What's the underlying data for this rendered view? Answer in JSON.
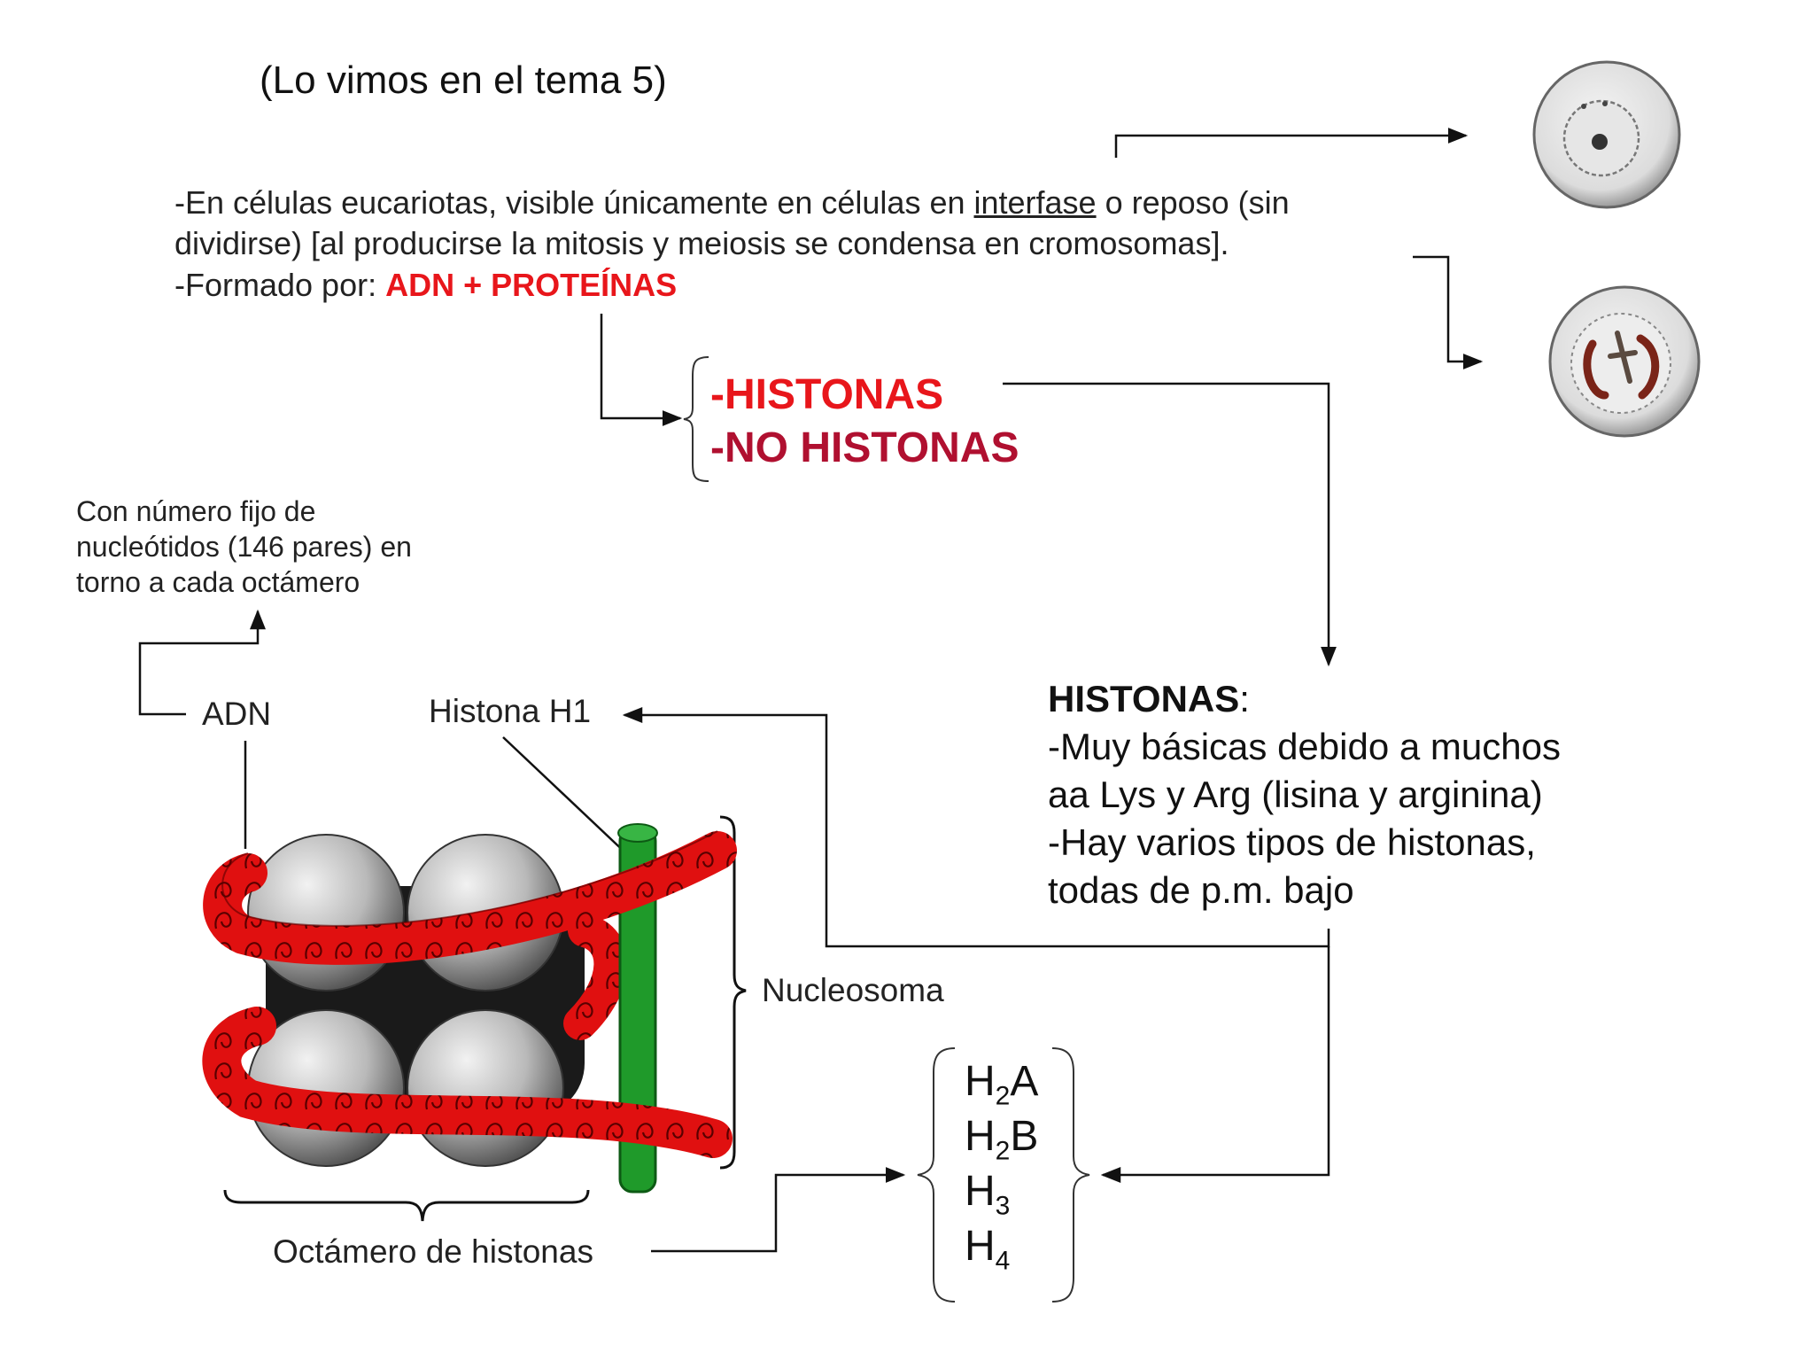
{
  "header": {
    "ref_note": "(Lo vimos en el tema 5)"
  },
  "intro": {
    "line1_before": "-En células eucariotas, visible únicamente en células en ",
    "line1_underlined": "interfase",
    "line1_after": " o reposo (sin",
    "line2": "dividirse) [al producirse la mitosis y meiosis se condensa en cromosomas].",
    "line3_label": "-Formado por: ",
    "line3_highlight": "ADN + PROTEÍNAS"
  },
  "protein_types": [
    "-HISTONAS",
    "-NO HISTONAS"
  ],
  "nucleotide_note": [
    "Con número fijo de",
    "nucleótidos (146 pares) en",
    "torno a cada octámero"
  ],
  "figure_labels": {
    "adn": "ADN",
    "histona_h1": "Histona H1",
    "nucleosoma": "Nucleosoma",
    "octamero": "Octámero de histonas"
  },
  "histonas_box": {
    "title": "HISTONAS",
    "title_colon": ":",
    "lines": [
      "-Muy básicas debido a muchos",
      "aa Lys y Arg (lisina y arginina)",
      "-Hay varios tipos de histonas,",
      "todas de p.m. bajo"
    ]
  },
  "histone_types": [
    {
      "base": "H",
      "sub": "2",
      "suffix": "A"
    },
    {
      "base": "H",
      "sub": "2",
      "suffix": "B"
    },
    {
      "base": "H",
      "sub": "3",
      "suffix": ""
    },
    {
      "base": "H",
      "sub": "4",
      "suffix": ""
    }
  ],
  "colors": {
    "accent_red": "#e8161b",
    "dark_red": "#b01030",
    "dna_red": "#e01010",
    "h1_green": "#1f9a2a",
    "histone_gray": "#b8b8b8"
  }
}
